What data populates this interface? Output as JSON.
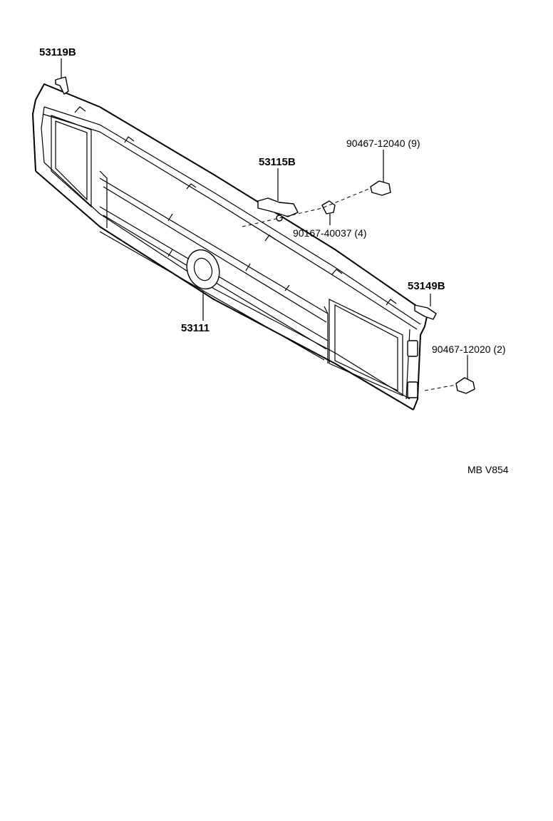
{
  "parts": {
    "p53119B": "53119B",
    "p53115B": "53115B",
    "p90467_12040": "90467-12040 (9)",
    "p90167_40037": "90167-40037 (4)",
    "p53149B": "53149B",
    "p53111": "53111",
    "p90467_12020": "90467-12020 (2)"
  },
  "figure_code": "MB V854"
}
